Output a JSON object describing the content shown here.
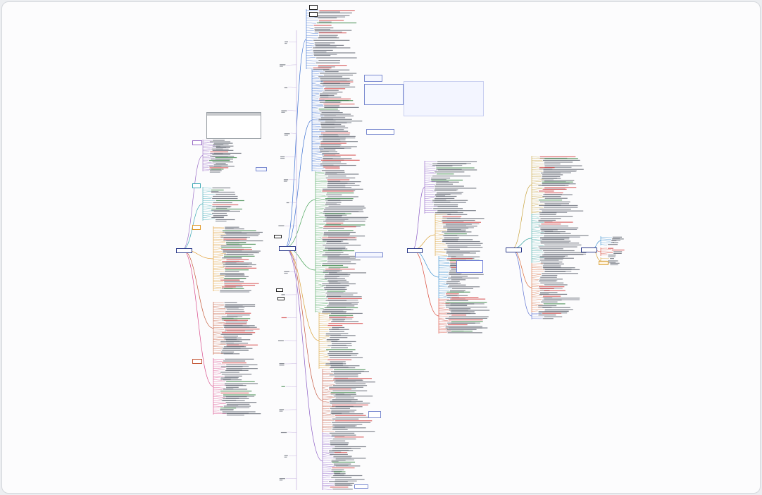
{
  "mindmap": {
    "maps": [
      {
        "id": "m1",
        "branches": [
          "#9b6fc7",
          "#3fa9b5",
          "#e0992a",
          "#c55b3b",
          "#d94a8a"
        ]
      },
      {
        "id": "m2",
        "branches": [
          "#3a6fd0",
          "#4aa55a",
          "#d9a23a",
          "#c4553e",
          "#8a5bc4"
        ]
      },
      {
        "id": "m3",
        "branches": [
          "#8a5bc4",
          "#d9a23a",
          "#3a8fd0",
          "#d94a3a"
        ]
      },
      {
        "id": "m4",
        "branches": [
          "#c7a23a",
          "#3aa5a0",
          "#d96a3a",
          "#5a6fd0"
        ]
      },
      {
        "id": "m5",
        "branches": [
          "#d9a23a",
          "#d94a3a",
          "#3a8fd0"
        ]
      }
    ]
  }
}
